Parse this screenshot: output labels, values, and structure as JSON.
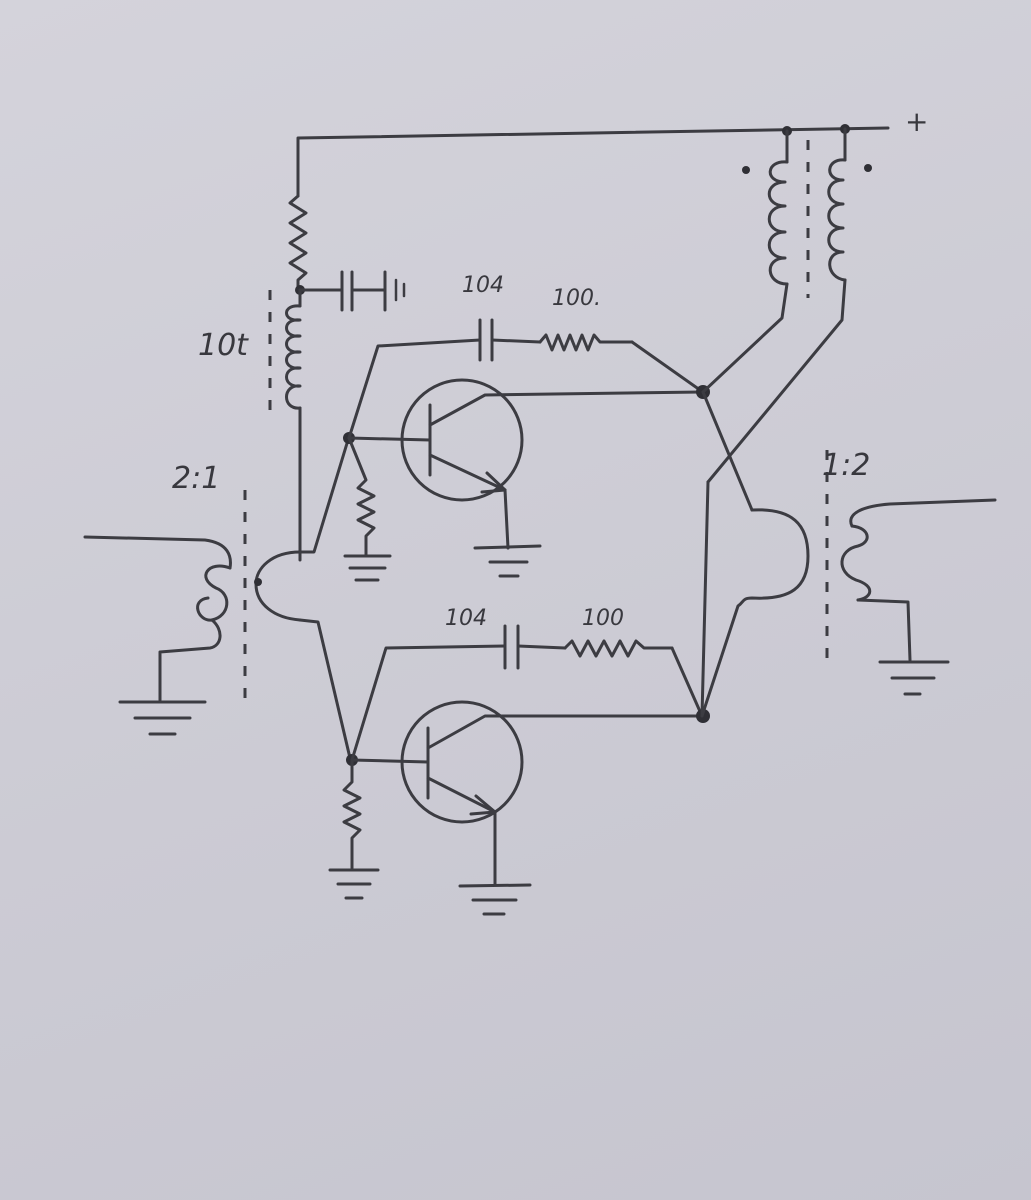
{
  "labels": {
    "supply_plus": "+",
    "ratio_in": "2:1",
    "ratio_out": "1:2",
    "input_choke": "10t",
    "cap_upper": "104",
    "res_upper": "100.",
    "cap_lower": "104",
    "res_lower": "100"
  },
  "colors": {
    "ink": "#3c3c42",
    "paper": "#cfced6"
  }
}
